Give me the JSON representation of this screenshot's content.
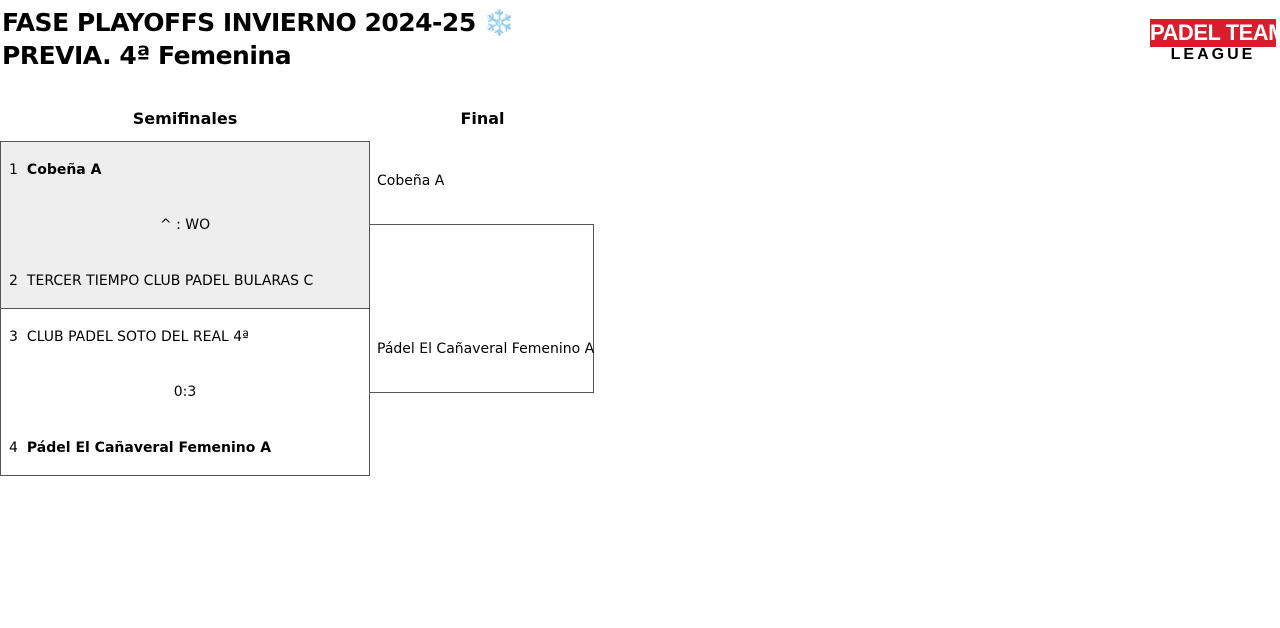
{
  "header": {
    "title_line1": "FASE PLAYOFFS INVIERNO 2024-25 ❄️",
    "title_line2": "PREVIA. 4ª Femenina"
  },
  "logo": {
    "top_text": "PADEL TEAM",
    "bottom_text": "LEAGUE",
    "brand_color": "#d81e2b"
  },
  "rounds": {
    "semis_label": "Semifinales",
    "final_label": "Final"
  },
  "semifinals": [
    {
      "top": {
        "seed": "1",
        "name": "Cobeña A",
        "winner": true
      },
      "score": "^ : WO",
      "bottom": {
        "seed": "2",
        "name": "TERCER TIEMPO CLUB PADEL BULARAS C",
        "winner": false
      }
    },
    {
      "top": {
        "seed": "3",
        "name": "CLUB PADEL SOTO DEL REAL 4ª",
        "winner": false
      },
      "score": "0:3",
      "bottom": {
        "seed": "4",
        "name": "Pádel El Cañaveral Femenino A",
        "winner": true
      }
    }
  ],
  "final": {
    "top_team": "Cobeña A",
    "bottom_team": "Pádel El Cañaveral Femenino A"
  }
}
